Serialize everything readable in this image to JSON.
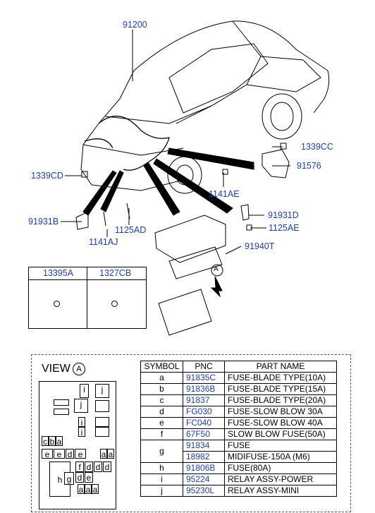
{
  "labels": {
    "harness": "91200",
    "bolt_left": "1339CD",
    "bolt_right": "1339CC",
    "cover": "91576",
    "bolt_center": "1141AE",
    "bracket_left": "91931B",
    "bolt_lower_left": "1141AJ",
    "bolt_lower_center": "1125AD",
    "bracket_right": "91931D",
    "bolt_lower_right": "1125AE",
    "junction_box": "91940T",
    "view_marker": "A"
  },
  "nut_box": {
    "col1_label": "13395A",
    "col2_label": "1327CB"
  },
  "view": {
    "title": "VIEW",
    "marker": "A"
  },
  "fuse_layout": {
    "cells": [
      "i",
      "j",
      "j",
      "i",
      "i",
      "c",
      "b",
      "a",
      "e",
      "e",
      "d",
      "e",
      "a",
      "a",
      "f",
      "d",
      "d",
      "d",
      "h",
      "g",
      "d",
      "e",
      "a",
      "a",
      "a"
    ]
  },
  "parts_table": {
    "headers": [
      "SYMBOL",
      "PNC",
      "PART NAME"
    ],
    "rows": [
      {
        "symbol": "a",
        "pnc": "91835C",
        "name": "FUSE-BLADE TYPE(10A)"
      },
      {
        "symbol": "b",
        "pnc": "91836B",
        "name": "FUSE-BLADE TYPE(15A)"
      },
      {
        "symbol": "c",
        "pnc": "91837",
        "name": "FUSE-BLADE TYPE(20A)"
      },
      {
        "symbol": "d",
        "pnc": "FG030",
        "name": "FUSE-SLOW BLOW 30A"
      },
      {
        "symbol": "e",
        "pnc": "FC040",
        "name": "FUSE-SLOW BLOW 40A"
      },
      {
        "symbol": "f",
        "pnc": "67F50",
        "name": "SLOW BLOW FUSE(50A)"
      },
      {
        "symbol": "g",
        "pnc": "91834",
        "name": "FUSE"
      },
      {
        "symbol": "",
        "pnc": "18982",
        "name": "MIDIFUSE-150A (M6)"
      },
      {
        "symbol": "h",
        "pnc": "91806B",
        "name": "FUSE(80A)"
      },
      {
        "symbol": "i",
        "pnc": "95224",
        "name": "RELAY ASSY-POWER"
      },
      {
        "symbol": "j",
        "pnc": "95230L",
        "name": "RELAY ASSY-MINI"
      }
    ]
  }
}
